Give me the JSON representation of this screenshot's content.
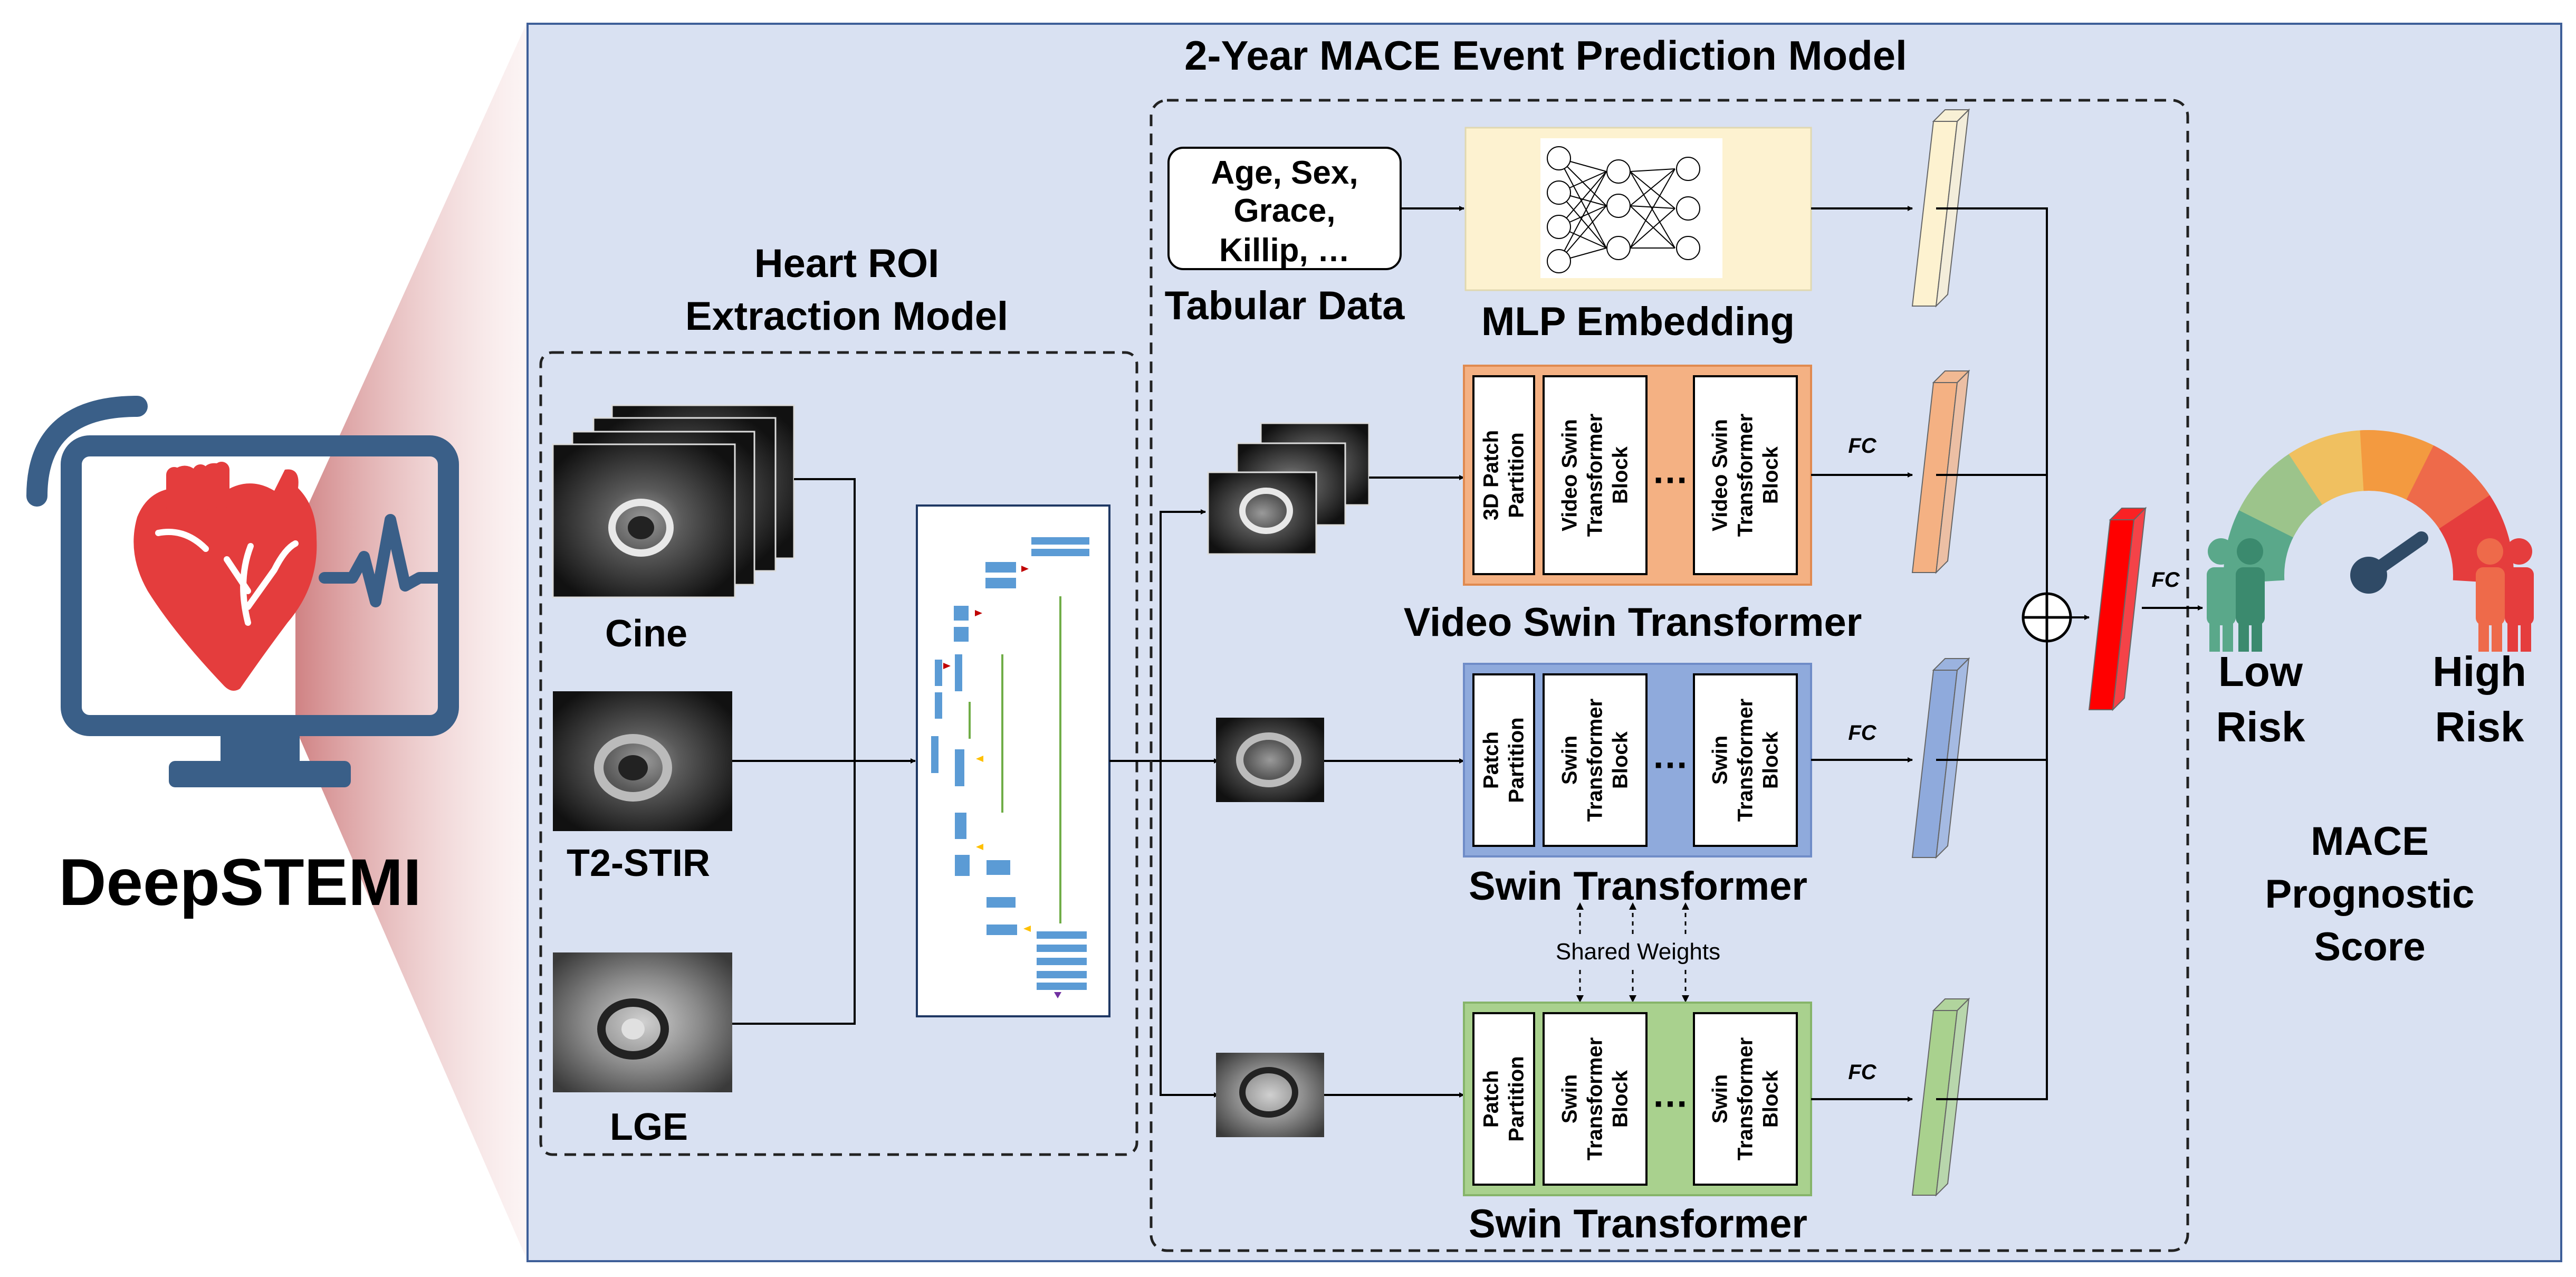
{
  "brand": {
    "name": "DeepSTEMI",
    "accent": "#e43d3d",
    "monitor_color": "#3a5f88"
  },
  "model": {
    "title": "2-Year MACE Event Prediction Model",
    "panel_color": "#d9e1f2",
    "panel_border": "#3e5f99"
  },
  "roi": {
    "title_line1": "Heart ROI",
    "title_line2": "Extraction Model",
    "inputs": [
      "Cine",
      "T2-STIR",
      "LGE"
    ]
  },
  "tabular": {
    "box_lines": [
      "Age, Sex,",
      "Grace,",
      "Killip, …"
    ],
    "label": "Tabular Data",
    "embedding_label": "MLP Embedding",
    "embedding_color": "#fdf2d0"
  },
  "video_branch": {
    "blocks": [
      [
        "3D Patch",
        "Partition"
      ],
      [
        "Video Swin",
        "Transformer",
        "Block"
      ],
      [
        "Video Swin",
        "Transformer",
        "Block"
      ]
    ],
    "ellipsis": "…",
    "fc_label": "FC",
    "name": "Video Swin Transformer",
    "color": "#f4b183"
  },
  "swin_branch_1": {
    "blocks": [
      [
        "Patch",
        "Partition"
      ],
      [
        "Swin",
        "Transformer",
        "Block"
      ],
      [
        "Swin",
        "Transformer",
        "Block"
      ]
    ],
    "ellipsis": "…",
    "fc_label": "FC",
    "name": "Swin Transformer",
    "color": "#8faadc"
  },
  "swin_branch_2": {
    "blocks": [
      [
        "Patch",
        "Partition"
      ],
      [
        "Swin",
        "Transformer",
        "Block"
      ],
      [
        "Swin",
        "Transformer",
        "Block"
      ]
    ],
    "ellipsis": "…",
    "fc_label": "FC",
    "name": "Swin Transformer",
    "color": "#a9d18e"
  },
  "shared_weights": "Shared Weights",
  "fusion": {
    "fc_label": "FC",
    "feature_colors": {
      "tabular": "#fdf2d0",
      "video": "#f4b183",
      "swin": "#8faadc",
      "lge": "#a9d18e",
      "fused": "#ff0000"
    }
  },
  "output": {
    "low_line1": "Low",
    "low_line2": "Risk",
    "high_line1": "High",
    "high_line2": "Risk",
    "score_lines": [
      "MACE",
      "Prognostic",
      "Score"
    ],
    "gauge_colors": [
      "#5aa88a",
      "#9cc48b",
      "#f0c060",
      "#f39a40",
      "#ee6a4a",
      "#e53d3d"
    ]
  }
}
